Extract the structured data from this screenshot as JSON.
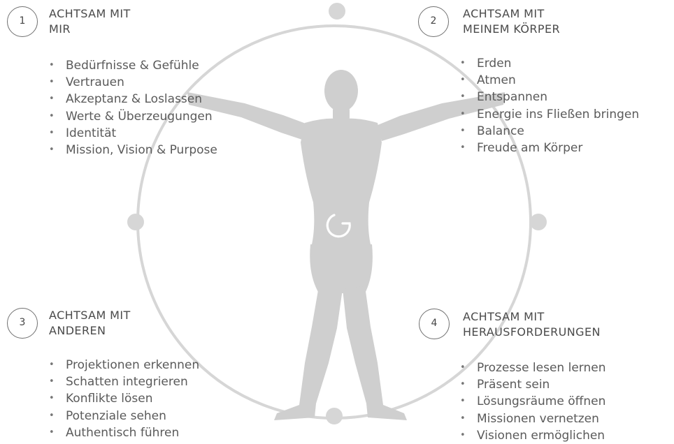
{
  "quadrants": [
    {
      "number": "1",
      "title_line1": "ACHTSAM MIT",
      "title_line2": "MIR",
      "items": [
        "Bedürfnisse & Gefühle",
        "Vertrauen",
        "Akzeptanz & Loslassen",
        "Werte & Überzeugungen",
        "Identität",
        "Mission, Vision & Purpose"
      ]
    },
    {
      "number": "2",
      "title_line1": "ACHTSAM MIT",
      "title_line2": "MEINEM KÖRPER",
      "items": [
        "Erden",
        "Atmen",
        "Entspannen",
        "Energie ins Fließen bringen",
        "Balance",
        "Freude am Körper"
      ]
    },
    {
      "number": "3",
      "title_line1": "ACHTSAM MIT",
      "title_line2": "ANDEREN",
      "items": [
        "Projektionen erkennen",
        "Schatten integrieren",
        "Konflikte lösen",
        "Potenziale sehen",
        "Authentisch führen"
      ]
    },
    {
      "number": "4",
      "title_line1": "ACHTSAM MIT",
      "title_line2": "HERAUSFORDERUNGEN",
      "items": [
        "Prozesse lesen lernen",
        "Präsent sein",
        "Lösungsräume öffnen",
        "Missionen vernetzen",
        "Visionen ermöglichen"
      ]
    }
  ],
  "colors": {
    "circle": "#d6d6d6",
    "figure": "#cfcfcf",
    "logo": "#ffffff",
    "text": "#555555"
  },
  "icons": {
    "center_logo": "power-g-logo-icon",
    "figure": "human-figure-icon"
  }
}
